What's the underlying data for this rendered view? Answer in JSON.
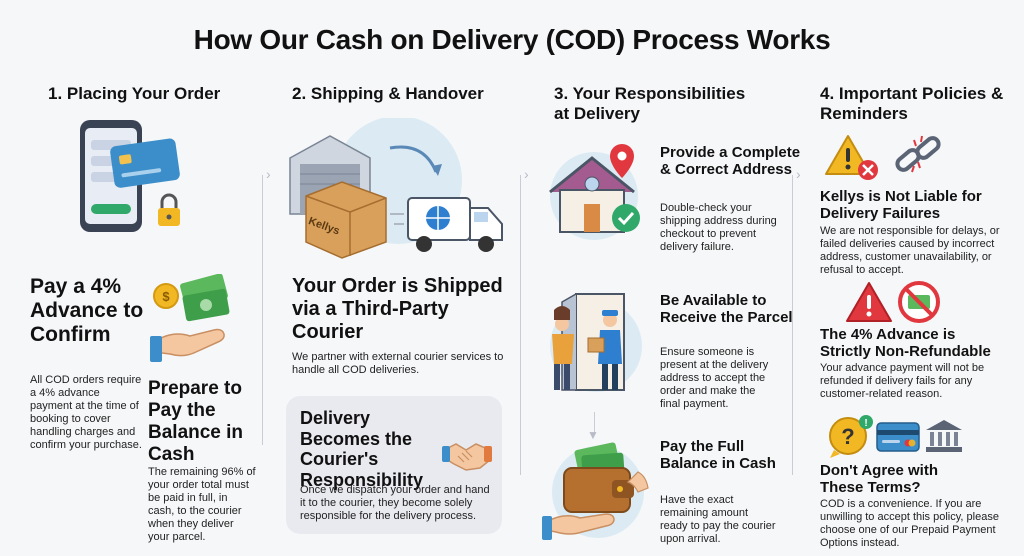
{
  "title": "How Our Cash on Delivery (COD) Process Works",
  "col1": {
    "heading": "1. Placing Your Order",
    "advance_title": "Pay a 4% Advance to Confirm",
    "advance_body": "All COD orders require a 4% advance payment at the time of booking to cover handling charges and confirm your purchase.",
    "prepare_title": "Prepare to Pay the Balance in Cash",
    "prepare_body": "The remaining 96% of your order total must be paid in full, in cash, to the courier when they deliver your parcel."
  },
  "col2": {
    "heading": "2. Shipping & Handover",
    "box_brand": "Kellys",
    "shipped_title": "Your Order is Shipped via a Third-Party Courier",
    "shipped_body": "We partner with external courier services to handle all COD deliveries.",
    "resp_title": "Delivery Becomes the Courier's Responsibility",
    "resp_body": "Once we dispatch your order and hand it to the courier, they become solely responsible for the delivery process."
  },
  "col3": {
    "heading": "3. Your Responsibilities at Delivery",
    "items": [
      {
        "title": "Provide a Complete & Correct Address",
        "body": "Double-check your shipping address during checkout to prevent delivery failure."
      },
      {
        "title": "Be Available to Receive the Parcel",
        "body": "Ensure someone is present at the delivery address to accept the order and make the final payment."
      },
      {
        "title": "Pay the Full Balance in Cash",
        "body": "Have the exact remaining amount ready to pay the courier upon arrival."
      }
    ]
  },
  "col4": {
    "heading": "4. Important Policies & Reminders",
    "items": [
      {
        "title": "Kellys is Not Liable for Delivery Failures",
        "body": "We are not responsible for delays, or failed deliveries caused by incorrect address, customer unavailability, or refusal to accept."
      },
      {
        "title": "The 4% Advance is Strictly Non-Refundable",
        "body": "Your advance payment will not be refunded if delivery fails for any customer-related reason."
      },
      {
        "title": "Don't Agree with These Terms?",
        "body": "COD is a convenience. If you are unwilling to accept this policy, please choose one of our Prepaid Payment Options instead."
      }
    ]
  },
  "colors": {
    "accent_green": "#2fa86a",
    "alert_red": "#e0383e",
    "warn_yellow": "#f2b824",
    "courier_blue": "#2f7fd0"
  }
}
